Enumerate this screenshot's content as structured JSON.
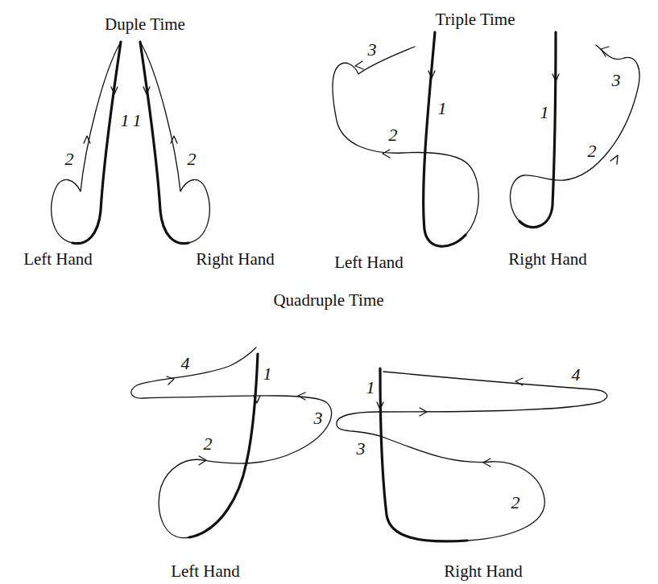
{
  "diagram": {
    "labels": [
      "Duple Time",
      "Triple Time",
      "2",
      "1",
      "1",
      "2",
      "3",
      "1",
      "2",
      "1",
      "3",
      "2",
      "Left Hand",
      "Right Hand",
      "Left Hand",
      "Right Hand",
      "Quadruple Time",
      "4",
      "1",
      "3",
      "2",
      "1",
      "4",
      "3",
      "2",
      "Left Hand",
      "Right Hand"
    ]
  }
}
